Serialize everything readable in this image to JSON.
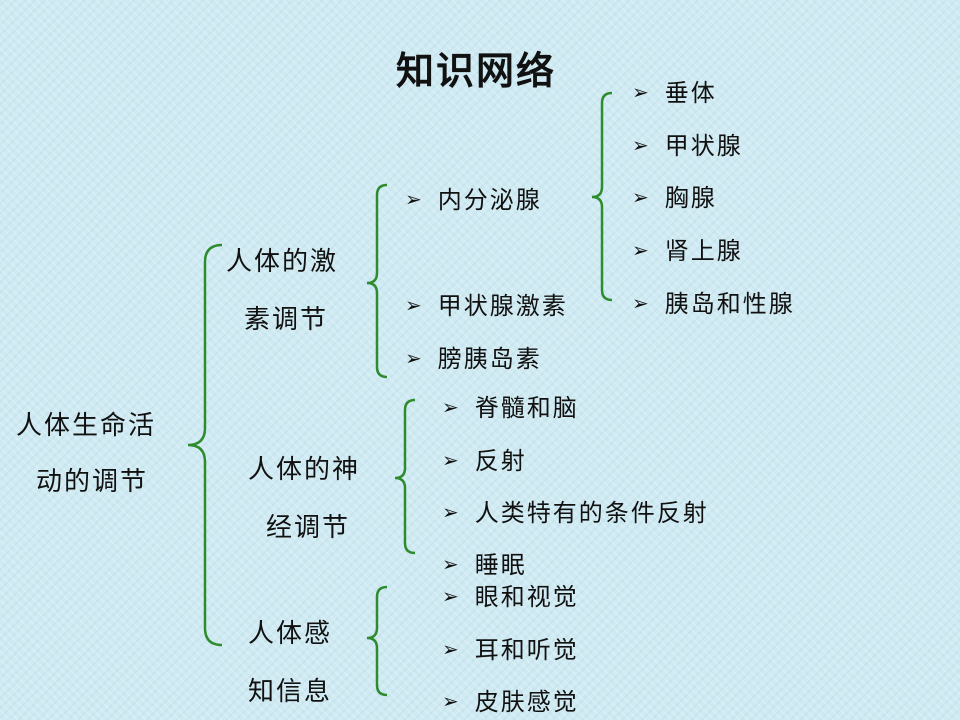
{
  "title": "知识网络",
  "root": {
    "line1": "人体生命活",
    "line2": "动的调节"
  },
  "branches": [
    {
      "line1": "人体的激",
      "line2": "素调节",
      "items": [
        {
          "label": "内分泌腺",
          "subitems": [
            "垂体",
            "甲状腺",
            "胸腺",
            "肾上腺",
            "胰岛和性腺"
          ]
        },
        {
          "label": "甲状腺激素"
        },
        {
          "label": "膀胰岛素"
        }
      ]
    },
    {
      "line1": "人体的神",
      "line2": "经调节",
      "items": [
        {
          "label": "脊髓和脑"
        },
        {
          "label": "反射"
        },
        {
          "label": "人类特有的条件反射"
        },
        {
          "label": "睡眠"
        }
      ]
    },
    {
      "line1": "人体感",
      "line2": "知信息",
      "items": [
        {
          "label": "眼和视觉"
        },
        {
          "label": "耳和听觉"
        },
        {
          "label": "皮肤感觉"
        }
      ]
    }
  ],
  "colors": {
    "bracket": "#2e8b2e",
    "background": "#cfeaf2"
  },
  "bullet_icon": "arrow-bullet-icon"
}
